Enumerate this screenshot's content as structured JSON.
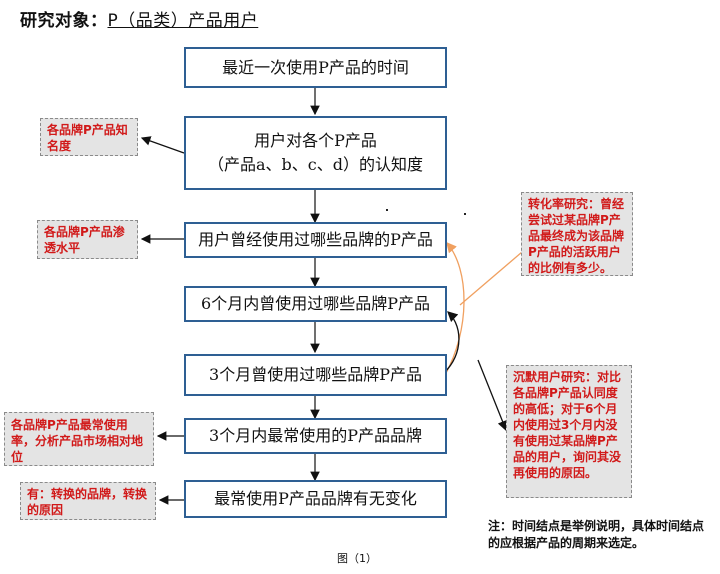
{
  "title": {
    "prefix": "研究对象：",
    "subject": "P（品类）产品用户"
  },
  "flow": {
    "step1": "最近一次使用P产品的时间",
    "step2_line1": "用户对各个P产品",
    "step2_line2": "（产品a、b、c、d）的认知度",
    "step3": "用户曾经使用过哪些品牌的P产品",
    "step4": "6个月内曾使用过哪些品牌P产品",
    "step5": "3个月曾使用过哪些品牌P产品",
    "step6": "3个月内最常使用的P产品品牌",
    "step7": "最常使用P产品品牌有无变化"
  },
  "notes": {
    "awareness": "各品牌P产品知名度",
    "penetration": "各品牌P产品渗透水平",
    "usage_rate": "各品牌P产品最常使用率，分析产品市场相对地位",
    "switch": "有：转换的品牌，转换的原因",
    "conversion": "转化率研究：曾经尝试过某品牌P产品最终成为该品牌P产品的活跃用户的比例有多少。",
    "dormant": "沉默用户研究：对比各品牌P产品认同度的高低；对于6个月内使用过3个月内没有使用过某品牌P产品的用户，询问其没再使用的原因。"
  },
  "footnote": "注：时间结点是举例说明，具体时间结点的应根据产品的周期来选定。",
  "caption": "图（1）",
  "colors": {
    "box_border": "#2e5f93",
    "note_text": "#d11a1a",
    "note_bg": "#e4e4e4",
    "orange_arrow": "#f0a060"
  }
}
